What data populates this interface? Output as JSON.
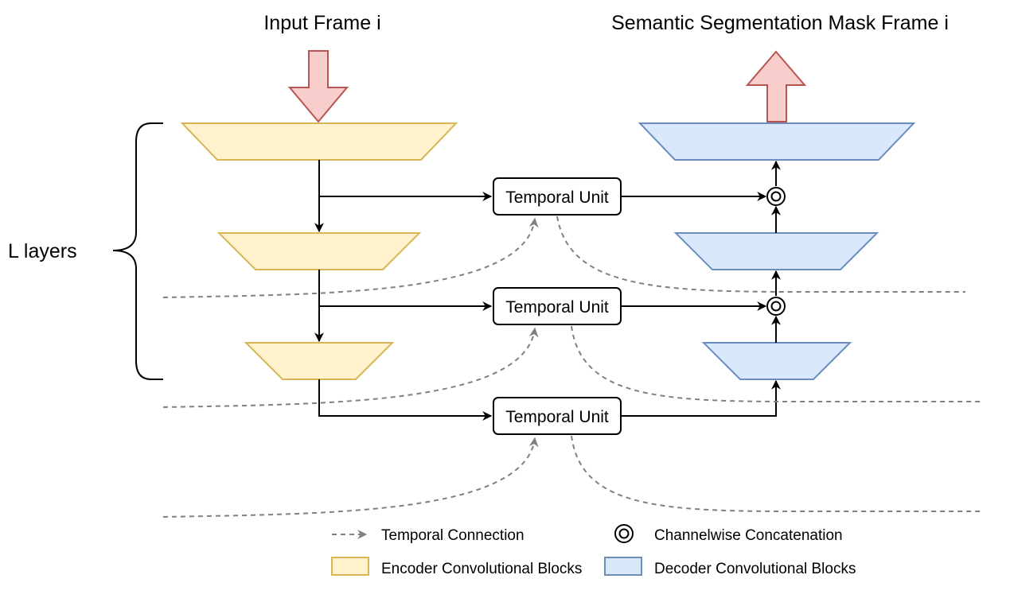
{
  "diagram": {
    "input_title": "Input Frame i",
    "output_title": "Semantic Segmentation Mask Frame i",
    "layers_label": "L layers",
    "temporal_units": [
      {
        "label": "Temporal Unit"
      },
      {
        "label": "Temporal Unit"
      },
      {
        "label": "Temporal Unit"
      }
    ]
  },
  "legend": {
    "temporal_connection": "Temporal Connection",
    "concatenation": "Channelwise Concatenation",
    "encoder_blocks": "Encoder Convolutional Blocks",
    "decoder_blocks": "Decoder Convolutional Blocks"
  },
  "colors": {
    "encoder_fill": "#fff2cc",
    "encoder_stroke": "#d6b656",
    "decoder_fill": "#dae8fc",
    "decoder_stroke": "#6c8ebf",
    "io_arrow_fill": "#f8cecc",
    "io_arrow_stroke": "#b85450",
    "temporal_dash": "#808080"
  }
}
